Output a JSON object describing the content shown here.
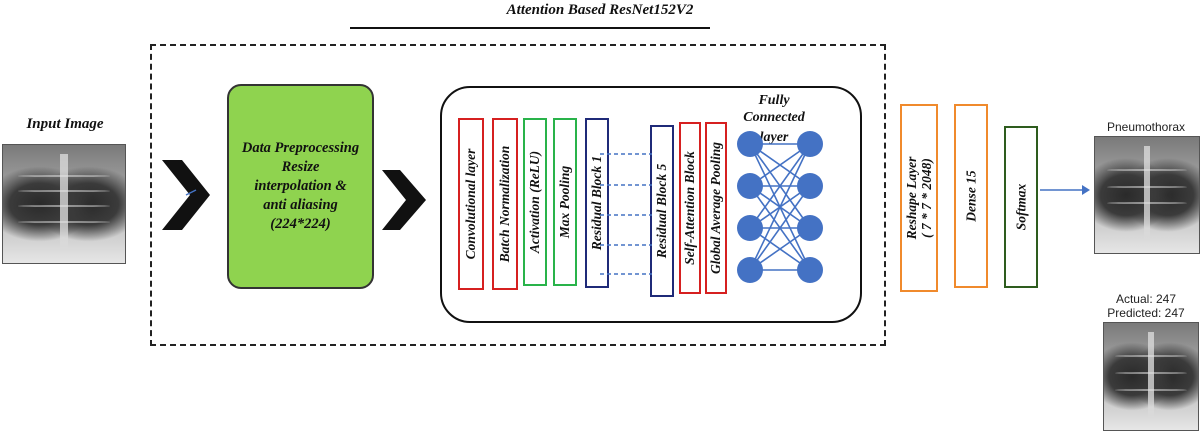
{
  "title": "Attention Based ResNet152V2",
  "input_label": "Input Image",
  "preprocessing": {
    "lines": [
      "Data Preprocessing",
      "Resize",
      "interpolation &",
      "anti aliasing",
      "(224*224)"
    ]
  },
  "layers": [
    {
      "label": "Convolutional layer",
      "color": "#d62020"
    },
    {
      "label": "Batch Normalization",
      "color": "#d62020"
    },
    {
      "label": "Activation (ReLU)",
      "color": "#29b34a"
    },
    {
      "label": "Max Pooling",
      "color": "#29b34a"
    },
    {
      "label": "Residual Block 1",
      "color": "#1f2a78"
    },
    {
      "label": "Residual Block 5",
      "color": "#1f2a78"
    },
    {
      "label": "Self-Attention Block",
      "color": "#d62020"
    },
    {
      "label": "Global Average Pooling",
      "color": "#d62020"
    }
  ],
  "fully_connected": {
    "line1": "Fully",
    "line2": "Connected",
    "line3": "layer"
  },
  "post_layers": [
    {
      "label": "Reshape Layer",
      "sub": "( 7 * 7 * 2048)",
      "color": "#f08a2c"
    },
    {
      "label": "Dense 15",
      "color": "#f08a2c"
    },
    {
      "label": "Softmax",
      "color": "#2e5c1e"
    }
  ],
  "output_top_label": "Pneumothorax",
  "output_actual": "Actual: 247",
  "output_predicted": "Predicted: 247",
  "colors": {
    "neuron": "#4472c4",
    "arrow": "#4472c4",
    "chevron": "#111111"
  }
}
